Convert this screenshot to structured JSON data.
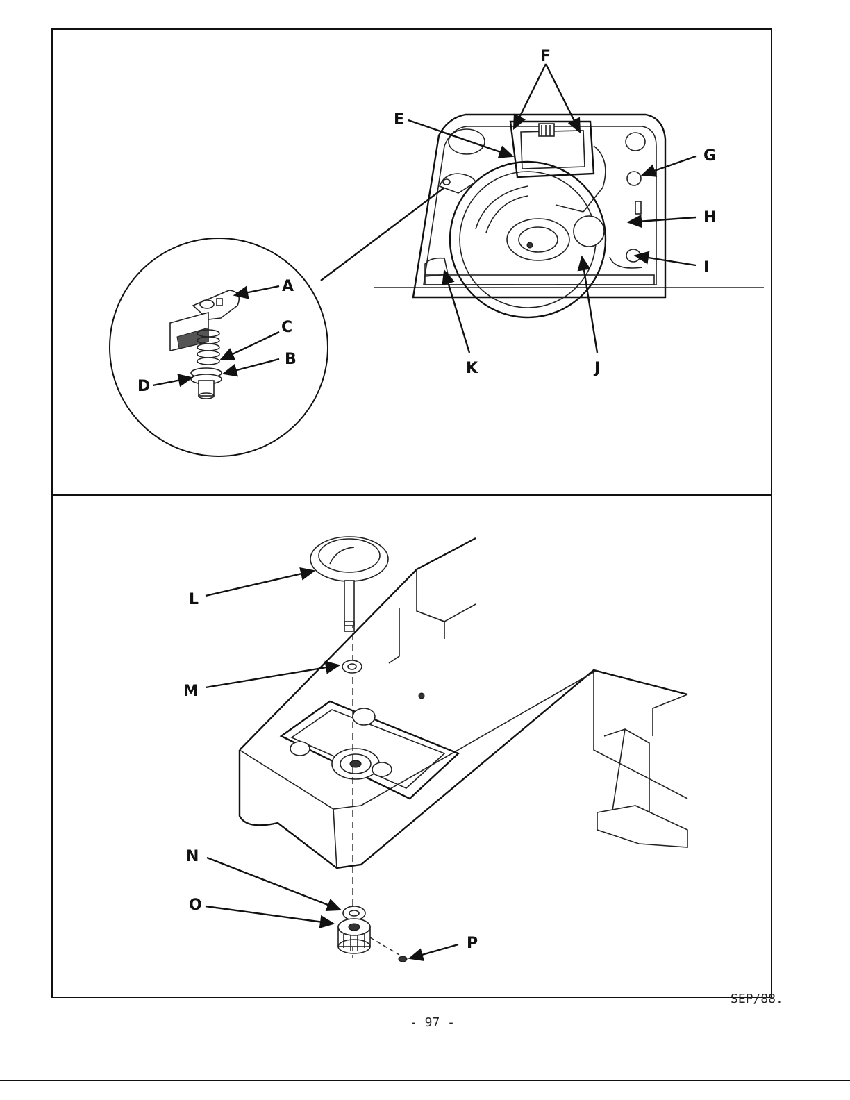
{
  "top_panel": {
    "callouts": {
      "A": "A",
      "B": "B",
      "C": "C",
      "D": "D",
      "E": "E",
      "F": "F",
      "G": "G",
      "H": "H",
      "I": "I",
      "J": "J",
      "K": "K"
    }
  },
  "bottom_panel": {
    "callouts": {
      "L": "L",
      "M": "M",
      "N": "N",
      "O": "O",
      "P": "P"
    }
  },
  "footer": {
    "page_number": "- 97 -",
    "date": "SEP/88."
  },
  "colors": {
    "ink": "#111111",
    "paper": "#ffffff"
  }
}
